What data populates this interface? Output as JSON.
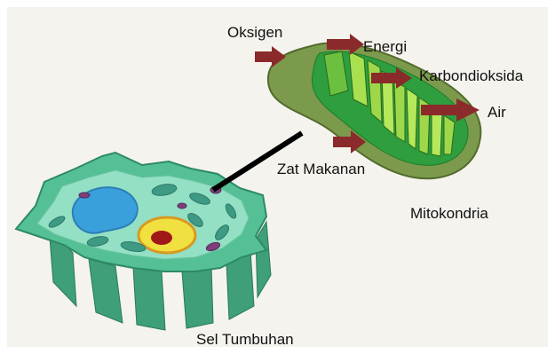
{
  "labels": {
    "oksigen": "Oksigen",
    "energi": "Energi",
    "karbondioksida": "Karbondioksida",
    "air": "Air",
    "zat_makanan": "Zat Makanan",
    "mitokondria": "Mitokondria",
    "sel_tumbuhan": "Sel Tumbuhan"
  },
  "colors": {
    "background": "#f5f3ee",
    "arrow": "#8b2a2a",
    "mito_outer": "#7a9a4a",
    "mito_inner": "#2e9e3e",
    "cristae_light": "#9ed84a",
    "cell_wall": "#4db38a",
    "cell_body": "#8fdcc0",
    "vacuole": "#3aa0dc",
    "nucleus": "#f0e040",
    "nucleolus": "#a01818",
    "connector": "#000000"
  }
}
